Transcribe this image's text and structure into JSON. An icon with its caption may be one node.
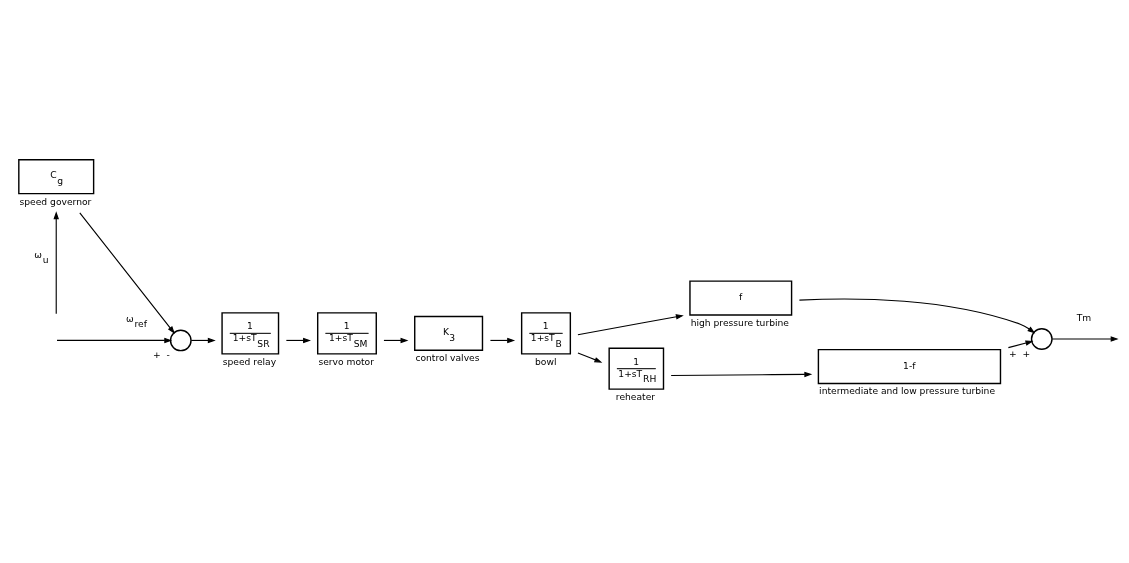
{
  "diagram": {
    "nodes": [
      {
        "text": [],
        "shape": "circle",
        "beside": [
          "+",
          "-"
        ]
      },
      {
        "text": [
          "1",
          "1+sT$_{SR}$"
        ],
        "beside": [
          "speed relay"
        ]
      },
      {
        "text": [
          "1",
          "1+sT$_{SM}$"
        ],
        "beside": [
          "servo motor"
        ]
      },
      {
        "text": [
          "K$_{3}$"
        ],
        "beside": [
          "control valves"
        ]
      },
      {
        "text": [
          "1",
          "1+sT$_{B}$"
        ],
        "beside": [
          "bowl"
        ]
      },
      {
        "text": [
          "f"
        ],
        "beside": [
          "high pressure turbine"
        ]
      },
      {
        "text": [
          "1",
          "1+sT$_{RH}$"
        ],
        "beside": [
          "reheater"
        ]
      },
      {
        "text": [
          "1-f"
        ],
        "beside": [
          "intermediate and low pressure turbine"
        ]
      },
      {
        "text": [],
        "shape": "circle",
        "beside": [
          "+",
          "+"
        ]
      },
      {
        "text": [
          "C$_{g}$"
        ],
        "beside": [
          "speed governor"
        ]
      }
    ],
    "edges": [
      {
        "from": null,
        "to": 0,
        "arrow": "to",
        "label": "ω$_{ref}$"
      },
      {
        "from": 0,
        "to": 1,
        "arrow": "to"
      },
      {
        "from": 1,
        "to": 2,
        "arrow": "to"
      },
      {
        "from": 2,
        "to": 3,
        "arrow": "to"
      },
      {
        "from": 3,
        "to": 4,
        "arrow": "to"
      },
      {
        "from": 4,
        "to": 5,
        "arrow": "to"
      },
      {
        "from": 4,
        "to": 6,
        "arrow": "to"
      },
      {
        "from": 6,
        "to": 7,
        "arrow": "to"
      },
      {
        "from": 5,
        "to": 8,
        "arrow": "to"
      },
      {
        "from": 7,
        "to": 8,
        "arrow": "to"
      },
      {
        "from": 8,
        "to": null,
        "arrow": "to",
        "label": "Tm"
      },
      {
        "from": null,
        "to": 9,
        "arrow": "to",
        "label": "ω$_{u}$"
      },
      {
        "from": 9,
        "to": 0,
        "arrow": "to"
      }
    ]
  }
}
